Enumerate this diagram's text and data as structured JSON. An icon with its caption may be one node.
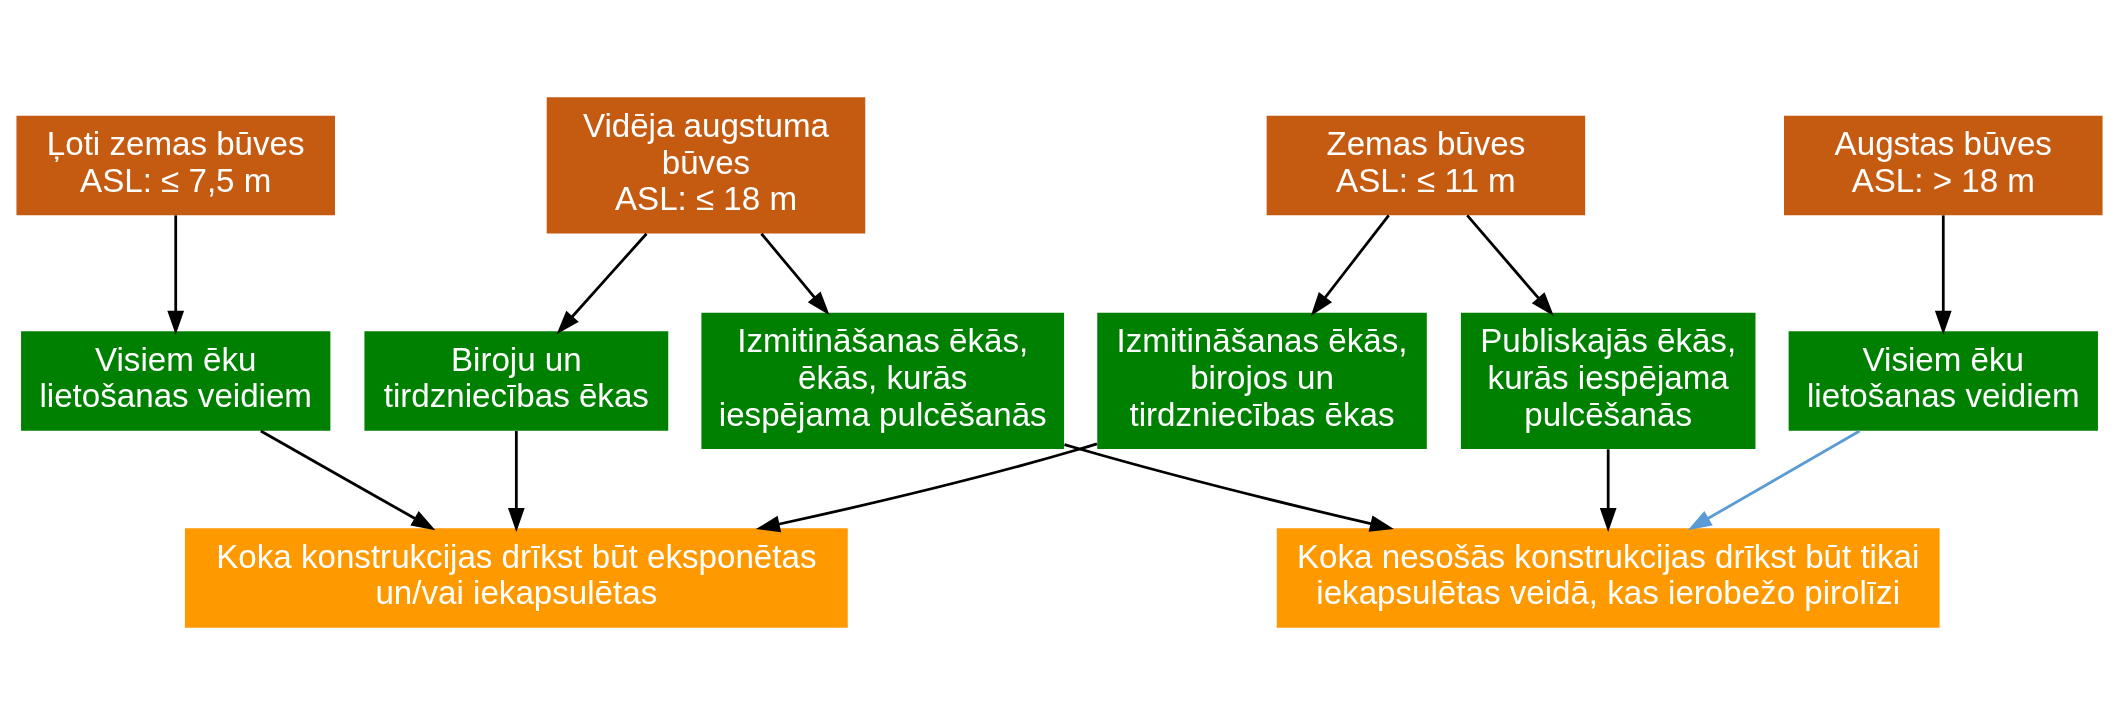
{
  "diagram": {
    "nodes": [
      {
        "text": [
          "Ļoti zemas būves",
          "ASL: ≤ 7,5 m"
        ]
      },
      {
        "text": [
          "Zemas būves",
          "ASL: ≤ 11 m"
        ]
      },
      {
        "text": [
          "Vidēja augstuma būves",
          "ASL: ≤ 18 m"
        ]
      },
      {
        "text": [
          "Augstas būves",
          "ASL: > 18 m"
        ]
      },
      {
        "text": [
          "Visiem ēku lietošanas veidiem"
        ]
      },
      {
        "text": [
          "Izmitināšanas ēkās, birojos un tirdzniecības ēkas"
        ]
      },
      {
        "text": [
          "Publiskajās ēkās, kurās iespējama pulcēšanās"
        ]
      },
      {
        "text": [
          "Biroju un tirdzniecības ēkas"
        ]
      },
      {
        "text": [
          "Izmitināšanas ēkās, ēkās, kurās iespējama pulcēšanās"
        ]
      },
      {
        "text": [
          "Visiem ēku lietošanas veidiem"
        ]
      },
      {
        "text": [
          "Koka konstrukcijas drīkst būt eksponētas un/vai iekapsulētas"
        ]
      },
      {
        "text": [
          "Koka nesošās konstrukcijas drīkst būt tikai iekapsulētas veidā, kas ierobežo pirolīzi"
        ]
      }
    ],
    "edges": [
      {
        "from": 0,
        "to": 4,
        "arrow": "to"
      },
      {
        "from": 1,
        "to": 5,
        "arrow": "to"
      },
      {
        "from": 1,
        "to": 6,
        "arrow": "to"
      },
      {
        "from": 2,
        "to": 7,
        "arrow": "to"
      },
      {
        "from": 2,
        "to": 8,
        "arrow": "to"
      },
      {
        "from": 3,
        "to": 9,
        "arrow": "to"
      },
      {
        "from": 4,
        "to": 10,
        "arrow": "to"
      },
      {
        "from": 5,
        "to": 10,
        "arrow": "to"
      },
      {
        "from": 7,
        "to": 10,
        "arrow": "to"
      },
      {
        "from": 6,
        "to": 11,
        "arrow": "to"
      },
      {
        "from": 8,
        "to": 11,
        "arrow": "to"
      },
      {
        "from": 9,
        "to": 11,
        "arrow": "to",
        "color": "#5b9bd5"
      }
    ]
  }
}
